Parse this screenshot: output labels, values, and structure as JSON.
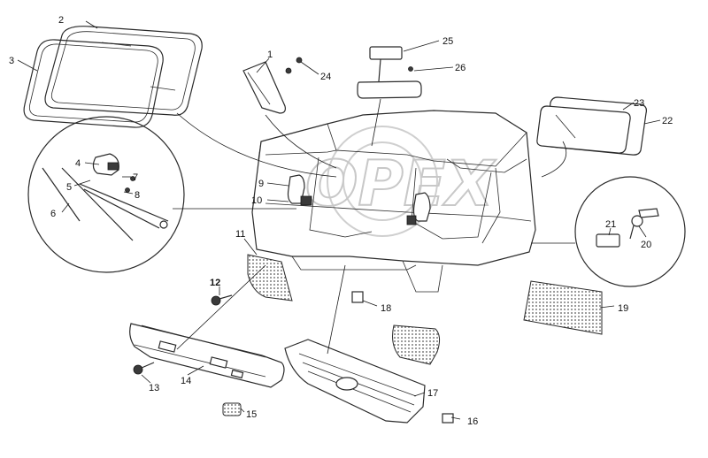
{
  "diagram": {
    "watermark_text": "OPEX",
    "part_labels": [
      "1",
      "2",
      "3",
      "4",
      "5",
      "6",
      "7",
      "8",
      "9",
      "10",
      "11",
      "12",
      "13",
      "14",
      "15",
      "16",
      "17",
      "18",
      "19",
      "20",
      "21",
      "22",
      "23",
      "24",
      "25",
      "26"
    ]
  }
}
